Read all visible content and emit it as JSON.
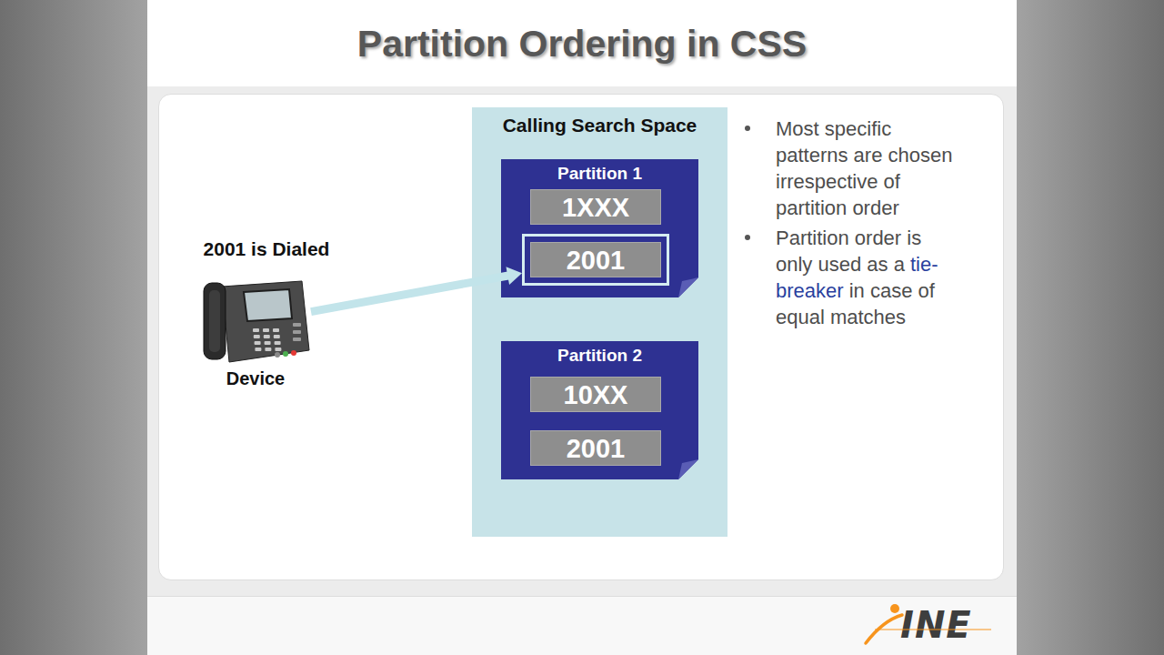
{
  "diagram": {
    "title": "Partition Ordering in CSS",
    "nodes": [
      {
        "text": [
          "2001 is Dialed",
          "Device"
        ]
      },
      {
        "text": [
          "Calling Search Space"
        ]
      },
      {
        "text": [
          "Partition 1"
        ],
        "in": 1
      },
      {
        "text": [
          "1XXX"
        ],
        "in": 2
      },
      {
        "text": [
          "2001"
        ],
        "in": 2
      },
      {
        "text": [
          "Partition 2"
        ],
        "in": 1
      },
      {
        "text": [
          "10XX"
        ],
        "in": 5
      },
      {
        "text": [
          "2001"
        ],
        "in": 5
      }
    ],
    "edges": [
      {
        "from": 0,
        "to": 4,
        "arrow": "to"
      }
    ],
    "labels": [
      "Most specific patterns are chosen irrespective of partition order",
      "Partition order is only used as a",
      "tie-breaker",
      "in case of equal matches",
      "INE"
    ]
  }
}
